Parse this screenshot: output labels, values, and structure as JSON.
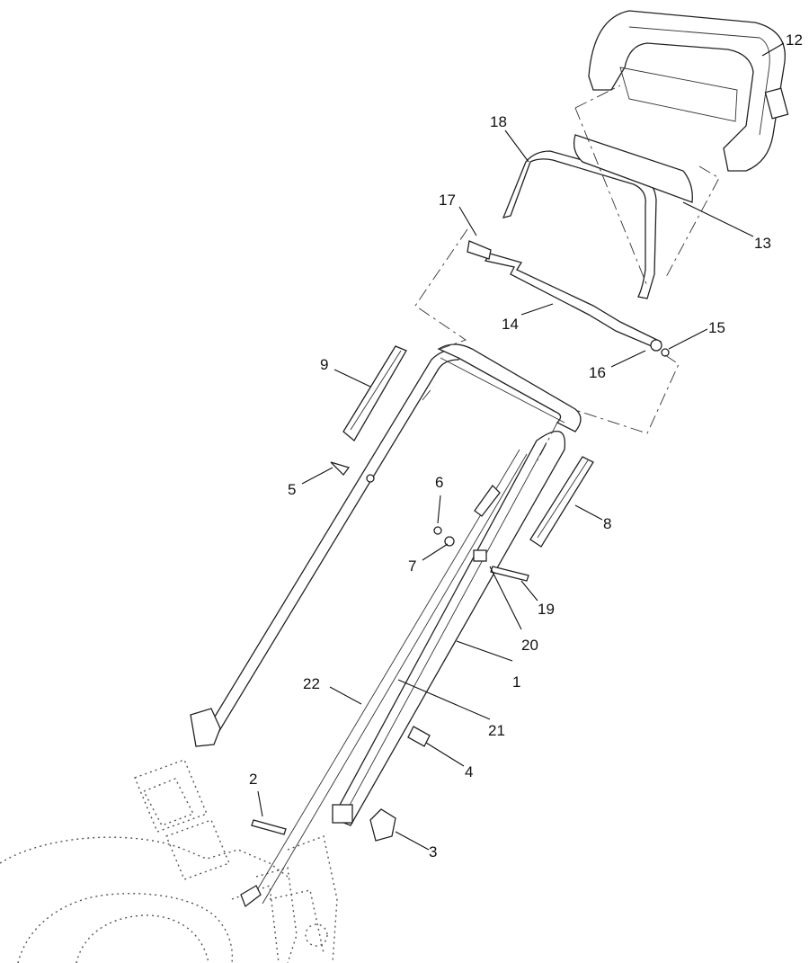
{
  "callouts": [
    "1",
    "2",
    "3",
    "4",
    "5",
    "6",
    "7",
    "8",
    "9",
    "12",
    "13",
    "14",
    "15",
    "16",
    "17",
    "18",
    "19",
    "20",
    "21",
    "22"
  ]
}
